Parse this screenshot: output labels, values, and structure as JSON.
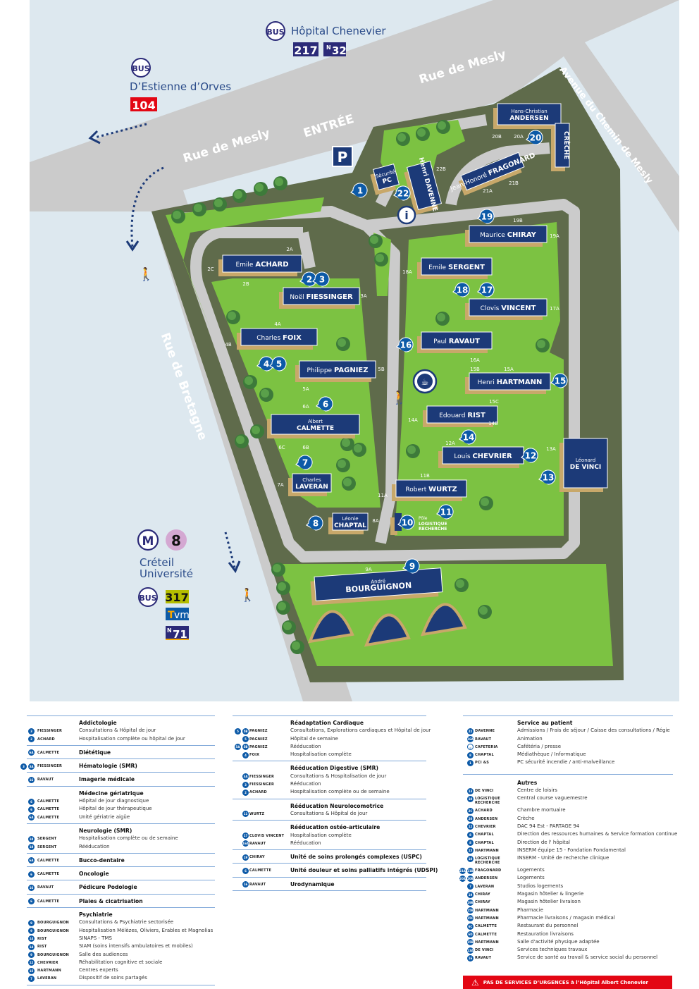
{
  "colors": {
    "navy": "#1c3a78",
    "lawn": "#7cc242",
    "campus": "#5f6b4b",
    "road": "#cbcbcb",
    "water": "#dde8ef",
    "tan": "#c8a86a",
    "pin": "#0d5aa7",
    "alert": "#e30613"
  },
  "transit": {
    "top": {
      "icon": "BUS",
      "stop": "Hôpital Chenevier",
      "lines": [
        "217",
        "N",
        "32"
      ]
    },
    "left": {
      "icon": "BUS",
      "stop": "D’Estienne d’Orves",
      "line": "104"
    },
    "bottom": {
      "metro_icon": "M",
      "metro_line": "8",
      "stop1": "Créteil",
      "stop2": "Université",
      "bus_icon": "BUS",
      "lines": [
        "317",
        "T",
        "vm",
        "N",
        "71"
      ]
    }
  },
  "streets": {
    "mesly_left": "Rue de Mesly",
    "entree": "ENTRÉE",
    "mesly_right": "Rue de Mesly",
    "avenue": "Avenue du Chemin de Mesly",
    "bretagne": "Rue de Bretagne",
    "parking": "P",
    "info": "i"
  },
  "buildings": [
    {
      "first": "Hans-Christian",
      "last": "ANDERSEN"
    },
    {
      "first": "",
      "last": "CRÈCHE"
    },
    {
      "first": "Jean-Honoré",
      "last": "FRAGONARD"
    },
    {
      "first": "Sécurité",
      "last": "PC"
    },
    {
      "first": "Henri",
      "last": "DAVENNE"
    },
    {
      "first": "Emile",
      "last": "ACHARD"
    },
    {
      "first": "Noël",
      "last": "FIESSINGER"
    },
    {
      "first": "Charles",
      "last": "FOIX"
    },
    {
      "first": "Philippe",
      "last": "PAGNIEZ"
    },
    {
      "first": "Albert",
      "last": "CALMETTE"
    },
    {
      "first": "Charles",
      "last": "LAVERAN"
    },
    {
      "first": "Léonie",
      "last": "CHAPTAL"
    },
    {
      "first": "Maurice",
      "last": "CHIRAY"
    },
    {
      "first": "Emile",
      "last": "SERGENT"
    },
    {
      "first": "Clovis",
      "last": "VINCENT"
    },
    {
      "first": "Paul",
      "last": "RAVAUT"
    },
    {
      "first": "Henri",
      "last": "HARTMANN"
    },
    {
      "first": "Edouard",
      "last": "RIST"
    },
    {
      "first": "Louis",
      "last": "CHEVRIER"
    },
    {
      "first": "Léonard",
      "last": "DE VINCI"
    },
    {
      "first": "Robert",
      "last": "WURTZ"
    },
    {
      "first": "Pôle",
      "last": "LOGISTIQUE",
      "last2": "RECHERCHE"
    },
    {
      "first": "André",
      "last": "BOURGUIGNON"
    }
  ],
  "pins": [
    "1",
    "22",
    "20",
    "19",
    "2",
    "3",
    "18",
    "17",
    "16",
    "4",
    "5",
    "15",
    "6",
    "14",
    "12",
    "13",
    "7",
    "11",
    "8",
    "10",
    "9"
  ],
  "sublabels": [
    "2A",
    "2C",
    "2B",
    "3A",
    "4A",
    "4B",
    "5B",
    "5A",
    "6A",
    "6C",
    "6B",
    "7A",
    "8A",
    "11A",
    "9A",
    "12A",
    "11B",
    "13A",
    "14A",
    "14B",
    "15B",
    "15A",
    "15C",
    "16A",
    "17A",
    "18A",
    "19A",
    "19B",
    "20B",
    "20A",
    "21A",
    "21B",
    "22B"
  ],
  "legend": [
    [
      {
        "title": "Addictologie",
        "rows": [
          {
            "badges": [
              "3"
            ],
            "building": "FIESSINGER",
            "text": "Consultations & Hôpital de jour"
          },
          {
            "badges": [
              "2"
            ],
            "building": "ACHARD",
            "text": "Hospitalisation complète ou hôpital de jour"
          }
        ]
      },
      {
        "title": "Diététique",
        "badges": [
          "6A"
        ],
        "building": "CALMETTE"
      },
      {
        "title": "Hématologie (SMR)",
        "badges": [
          "3",
          "3A"
        ],
        "building": "FIESSINGER"
      },
      {
        "title": "Imagerie médicale",
        "badges": [
          "16"
        ],
        "building": "RAVAUT"
      },
      {
        "title": "Médecine gériatrique",
        "rows": [
          {
            "badges": [
              "6"
            ],
            "building": "CALMETTE",
            "text": "Hôpital de jour diagnostique"
          },
          {
            "badges": [
              "6"
            ],
            "building": "CALMETTE",
            "text": "Hôpital de jour thérapeutique"
          },
          {
            "badges": [
              "6A"
            ],
            "building": "CALMETTE",
            "text": "Unité gériatrie aigüe"
          }
        ]
      },
      {
        "title": "Neurologie (SMR)",
        "rows": [
          {
            "badges": [
              "18"
            ],
            "building": "SERGENT",
            "text": "Hospitalisation complète ou de semaine"
          },
          {
            "badges": [
              "18"
            ],
            "building": "SERGENT",
            "text": "Rééducation"
          }
        ]
      },
      {
        "title": "Bucco-dentaire",
        "badges": [
          "6A"
        ],
        "building": "CALMETTE"
      },
      {
        "title": "Oncologie",
        "badges": [
          "6"
        ],
        "building": "CALMETTE"
      },
      {
        "title": "Pédicure Podologie",
        "badges": [
          "16"
        ],
        "building": "RAVAUT"
      },
      {
        "title": "Plaies & cicatrisation",
        "badges": [
          "6"
        ],
        "building": "CALMETTE"
      },
      {
        "title": "Psychiatrie",
        "rows": [
          {
            "badges": [
              "9"
            ],
            "building": "BOURGUIGNON",
            "text": "Consultations & Psychiatrie sectorisée"
          },
          {
            "badges": [
              "9"
            ],
            "building": "BOURGUIGNON",
            "text": "Hospitalisation Mélèzes, Oliviers, Erables et Magnolias"
          },
          {
            "badges": [
              "14"
            ],
            "building": "RIST",
            "text": "SINAPS - TMS"
          },
          {
            "badges": [
              "14"
            ],
            "building": "RIST",
            "text": "SIAM (soins intensifs ambulatoires et mobiles)"
          },
          {
            "badges": [
              "9"
            ],
            "building": "BOURGUIGNON",
            "text": "Salle des audiences"
          },
          {
            "badges": [
              "12"
            ],
            "building": "CHEVRIER",
            "text": "Réhabilitation cognitive et sociale"
          },
          {
            "badges": [
              "15"
            ],
            "building": "HARTMANN",
            "text": "Centres experts"
          },
          {
            "badges": [
              "7"
            ],
            "building": "LAVERAN",
            "text": "Dispositif de soins partagés"
          }
        ]
      }
    ],
    [
      {
        "title": "Réadaptation Cardiaque",
        "rows": [
          {
            "badges": [
              "5",
              "5B"
            ],
            "building": "PAGNIEZ",
            "text": "Consultations, Explorations cardiaques et Hôpital de jour"
          },
          {
            "badges": [
              "5"
            ],
            "building": "PAGNIEZ",
            "text": "Hôpital de semaine"
          },
          {
            "badges": [
              "5A",
              "5B"
            ],
            "building": "PAGNIEZ",
            "text": "Rééducation"
          },
          {
            "badges": [
              "4"
            ],
            "building": "FOIX",
            "text": "Hospitalisation complète"
          }
        ]
      },
      {
        "title": "Rééducation Digestive (SMR)",
        "rows": [
          {
            "badges": [
              "3A"
            ],
            "building": "FIESSINGER",
            "text": "Consultations & Hospitalisation de jour"
          },
          {
            "badges": [
              "3"
            ],
            "building": "FIESSINGER",
            "text": "Rééducation"
          },
          {
            "badges": [
              "2"
            ],
            "building": "ACHARD",
            "text": "Hospitalisation complète ou de semaine"
          }
        ]
      },
      {
        "title": "Rééducation Neurolocomotrice",
        "rows": [
          {
            "badges": [
              "11"
            ],
            "building": "WURTZ",
            "text": "Consultations & Hôpital de jour"
          }
        ]
      },
      {
        "title": "Rééducation ostéo-articulaire",
        "rows": [
          {
            "badges": [
              "17"
            ],
            "building": "CLOVIS VINCENT",
            "text": "Hospitalisation complète"
          },
          {
            "badges": [
              "16A"
            ],
            "building": "RAVAUT",
            "text": "Rééducation"
          }
        ]
      },
      {
        "title": "Unité de soins prolongés complexes (USPC)",
        "badges": [
          "19"
        ],
        "building": "CHIRAY"
      },
      {
        "title": "Unité douleur et soins palliatifs intégrés (UDSPI)",
        "badges": [
          "6"
        ],
        "building": "CALMETTE"
      },
      {
        "title": "Urodynamique",
        "badges": [
          "16"
        ],
        "building": "RAVAUT"
      }
    ],
    [
      {
        "title": "Service au patient",
        "rows": [
          {
            "badges": [
              "22"
            ],
            "building": "DAVENNE",
            "text": "Admissions / Frais de séjour / Caisse des consultations / Régie"
          },
          {
            "badges": [
              "16A"
            ],
            "building": "RAVAUT",
            "text": "Animation"
          },
          {
            "badges": [
              "☕"
            ],
            "building": "CAFETERIA",
            "text": "Cafétéria / presse"
          },
          {
            "badges": [
              "8"
            ],
            "building": "CHAPTAL",
            "text": "Médiathèque / Informatique"
          },
          {
            "badges": [
              "1"
            ],
            "building": "PCI &S",
            "text": "PC sécurité incendie / anti-malveillance"
          }
        ]
      },
      {
        "title": "Autres",
        "rows": [
          {
            "badges": [
              "13"
            ],
            "building": "DE VINCI",
            "text": "Centre de loisirs"
          },
          {
            "badges": [
              "10"
            ],
            "building": "LOGISTIQUE RECHERCHE",
            "text": "Central course vaguemestre",
            "tall": true
          },
          {
            "badges": [
              "2C"
            ],
            "building": "ACHARD",
            "text": "Chambre mortuaire"
          },
          {
            "badges": [
              "20"
            ],
            "building": "ANDERSEN",
            "text": "Crèche"
          },
          {
            "badges": [
              "12"
            ],
            "building": "CHEVRIER",
            "text": "DAC 94 Est - PARTAGE 94"
          },
          {
            "badges": [
              "8"
            ],
            "building": "CHAPTAL",
            "text": "Direction des ressources humaines & Service formation continue"
          },
          {
            "badges": [
              "8"
            ],
            "building": "CHAPTAL",
            "text": "Direction de l' hôpital"
          },
          {
            "badges": [
              "15"
            ],
            "building": "HARTMANN",
            "text": "INSERM équipe 15 - Fondation Fondamental"
          },
          {
            "badges": [
              "10"
            ],
            "building": "LOGISTIQUE RECHERCHE",
            "text": "INSERM - Unité de recherche clinique",
            "tall": true
          },
          {
            "badges": [
              "21A",
              "21B"
            ],
            "building": "FRAGONARD",
            "text": "Logements"
          },
          {
            "badges": [
              "20A",
              "20B"
            ],
            "building": "ANDERSEN",
            "text": "Logements"
          },
          {
            "badges": [
              "7"
            ],
            "building": "LAVERAN",
            "text": "Studios logements"
          },
          {
            "badges": [
              "19"
            ],
            "building": "CHIRAY",
            "text": "Magasin hôtelier & lingerie"
          },
          {
            "badges": [
              "19B"
            ],
            "building": "CHIRAY",
            "text": "Magasin hôtelier livraison"
          },
          {
            "badges": [
              "15B"
            ],
            "building": "HARTMANN",
            "text": "Pharmacie"
          },
          {
            "badges": [
              "15C"
            ],
            "building": "HARTMANN",
            "text": "Pharmacie livraisons / magasin médical"
          },
          {
            "badges": [
              "6C"
            ],
            "building": "CALMETTE",
            "text": "Restaurant du personnel"
          },
          {
            "badges": [
              "6D"
            ],
            "building": "CALMETTE",
            "text": "Restauration livraisons"
          },
          {
            "badges": [
              "15B"
            ],
            "building": "HARTMANN",
            "text": "Salle d'activité physique adaptée"
          },
          {
            "badges": [
              "13A"
            ],
            "building": "DE VINCI",
            "text": "Services techniques travaux"
          },
          {
            "badges": [
              "16"
            ],
            "building": "RAVAUT",
            "text": "Service de santé au travail & service social du personnel"
          }
        ],
        "nobottom": true
      }
    ]
  ],
  "warning": {
    "icon": "warning-triangle",
    "text": "PAS DE SERVICES D’URGENCES à l’Hôpital Albert Chenevier"
  }
}
